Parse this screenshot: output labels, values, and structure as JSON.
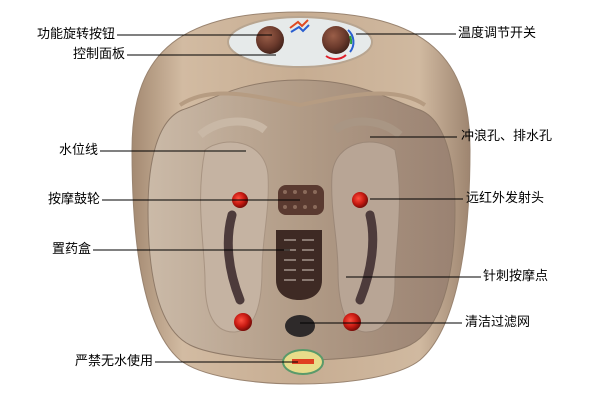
{
  "diagram": {
    "subject": "foot bath massager",
    "colors": {
      "body": "#c9ae91",
      "body_dark": "#a88c70",
      "inner": "#b59f8c",
      "panel": "#e8ecec",
      "knob": "#6b3a2c",
      "roller": "#5a3a30",
      "infrared": "#c81a12",
      "leader_line": "#000000"
    },
    "labels_left": [
      {
        "id": "function-knob",
        "text": "功能旋转按钮"
      },
      {
        "id": "control-panel",
        "text": "控制面板"
      },
      {
        "id": "water-level-line",
        "text": "水位线"
      },
      {
        "id": "massage-roller",
        "text": "按摩鼓轮"
      },
      {
        "id": "medicine-box",
        "text": "置药盒"
      },
      {
        "id": "no-dry-use",
        "text": "严禁无水使用"
      }
    ],
    "labels_right": [
      {
        "id": "temperature-switch",
        "text": "温度调节开关"
      },
      {
        "id": "jet-drain-holes",
        "text": "冲浪孔、排水孔"
      },
      {
        "id": "far-infrared-emitter",
        "text": "远红外发射头"
      },
      {
        "id": "acupressure-points",
        "text": "针刺按摩点"
      },
      {
        "id": "cleaning-filter",
        "text": "清洁过滤网"
      }
    ]
  }
}
